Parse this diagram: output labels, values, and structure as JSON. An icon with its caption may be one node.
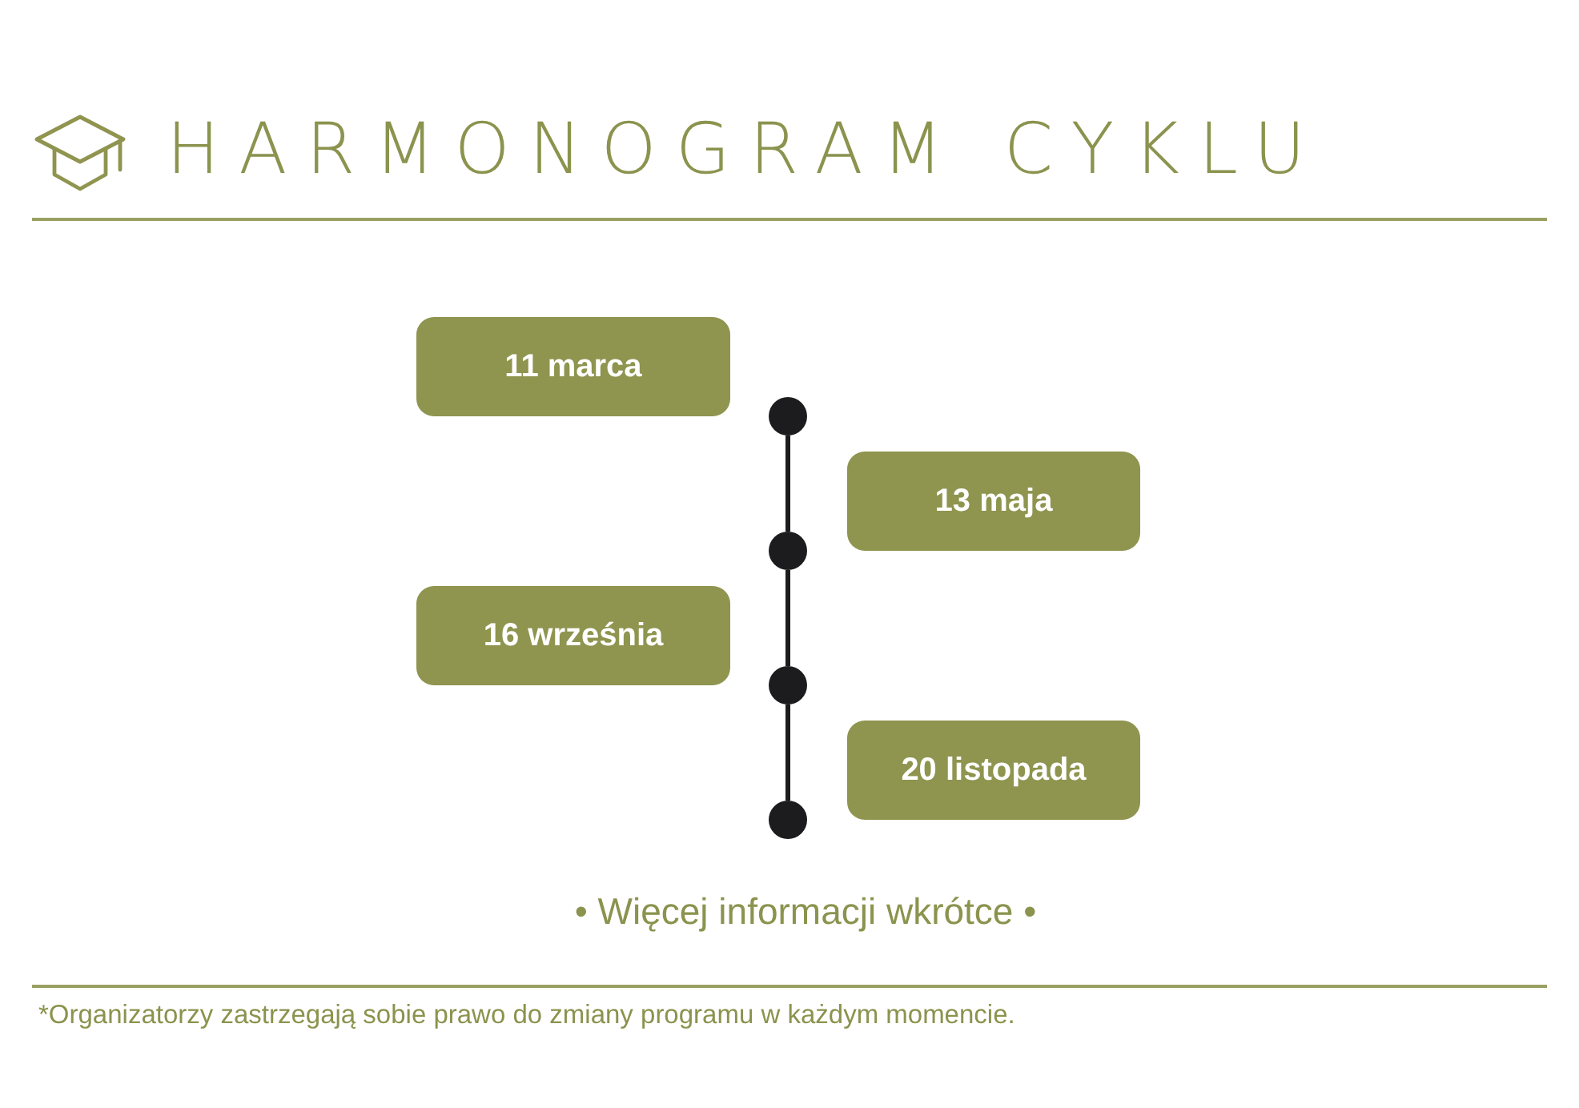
{
  "diagram": {
    "title": "HARMONOGRAM CYKLU",
    "nodes": [
      {
        "text": [
          "11 marca"
        ]
      },
      {
        "text": [],
        "shape": "circle"
      },
      {
        "text": [
          "13 maja"
        ]
      },
      {
        "text": [],
        "shape": "circle"
      },
      {
        "text": [
          "16 września"
        ]
      },
      {
        "text": [],
        "shape": "circle"
      },
      {
        "text": [
          "20 listopada"
        ]
      },
      {
        "text": [],
        "shape": "circle"
      }
    ],
    "edges": [
      {
        "from": 1,
        "to": 3,
        "arrow": "none"
      },
      {
        "from": 3,
        "to": 5,
        "arrow": "none"
      },
      {
        "from": 5,
        "to": 7,
        "arrow": "none"
      }
    ],
    "labels": [
      "• Więcej informacji wkrótce •",
      "*Organizatorzy zastrzegają sobie prawo do zmiany programu w każdym momencie."
    ]
  }
}
